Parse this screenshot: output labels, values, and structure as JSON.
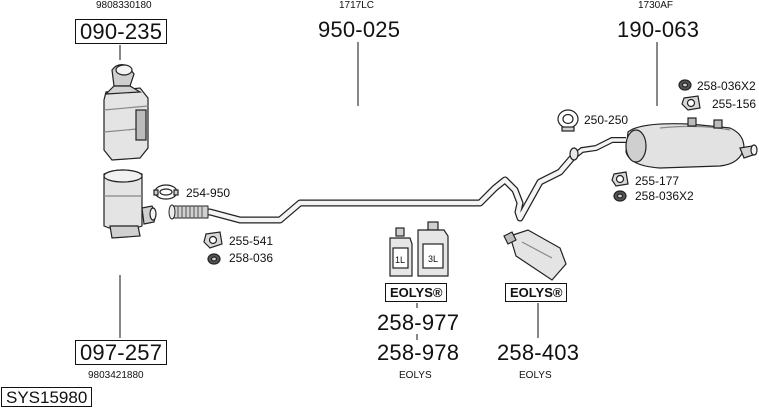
{
  "top_refs": {
    "left_oem": "9808330180",
    "mid_oem": "1717LC",
    "right_oem": "1730AF"
  },
  "parts": {
    "catalyst_top": "090-235",
    "catalyst_bottom": "097-257",
    "catalyst_bottom_oem": "9803421880",
    "middle_pipe": "950-025",
    "rear_silencer": "190-063",
    "clamp_front": "254-950",
    "gasket_front": "255-541",
    "rubber_front": "258-036",
    "clamp_rear": "250-250",
    "rubber_rear_top": "258-036X2",
    "gasket_rear_top": "255-156",
    "gasket_rear_bottom": "255-177",
    "rubber_rear_bottom": "258-036X2"
  },
  "eolys": {
    "brand": "EOLYS®",
    "fluid_part_1": "258-977",
    "fluid_part_2": "258-978",
    "fluid_caption": "EOLYS",
    "pouch_part": "258-403",
    "pouch_caption": "EOLYS",
    "bottle_small_label": "1L",
    "bottle_large_label": "3L"
  },
  "system_code": "SYS15980"
}
